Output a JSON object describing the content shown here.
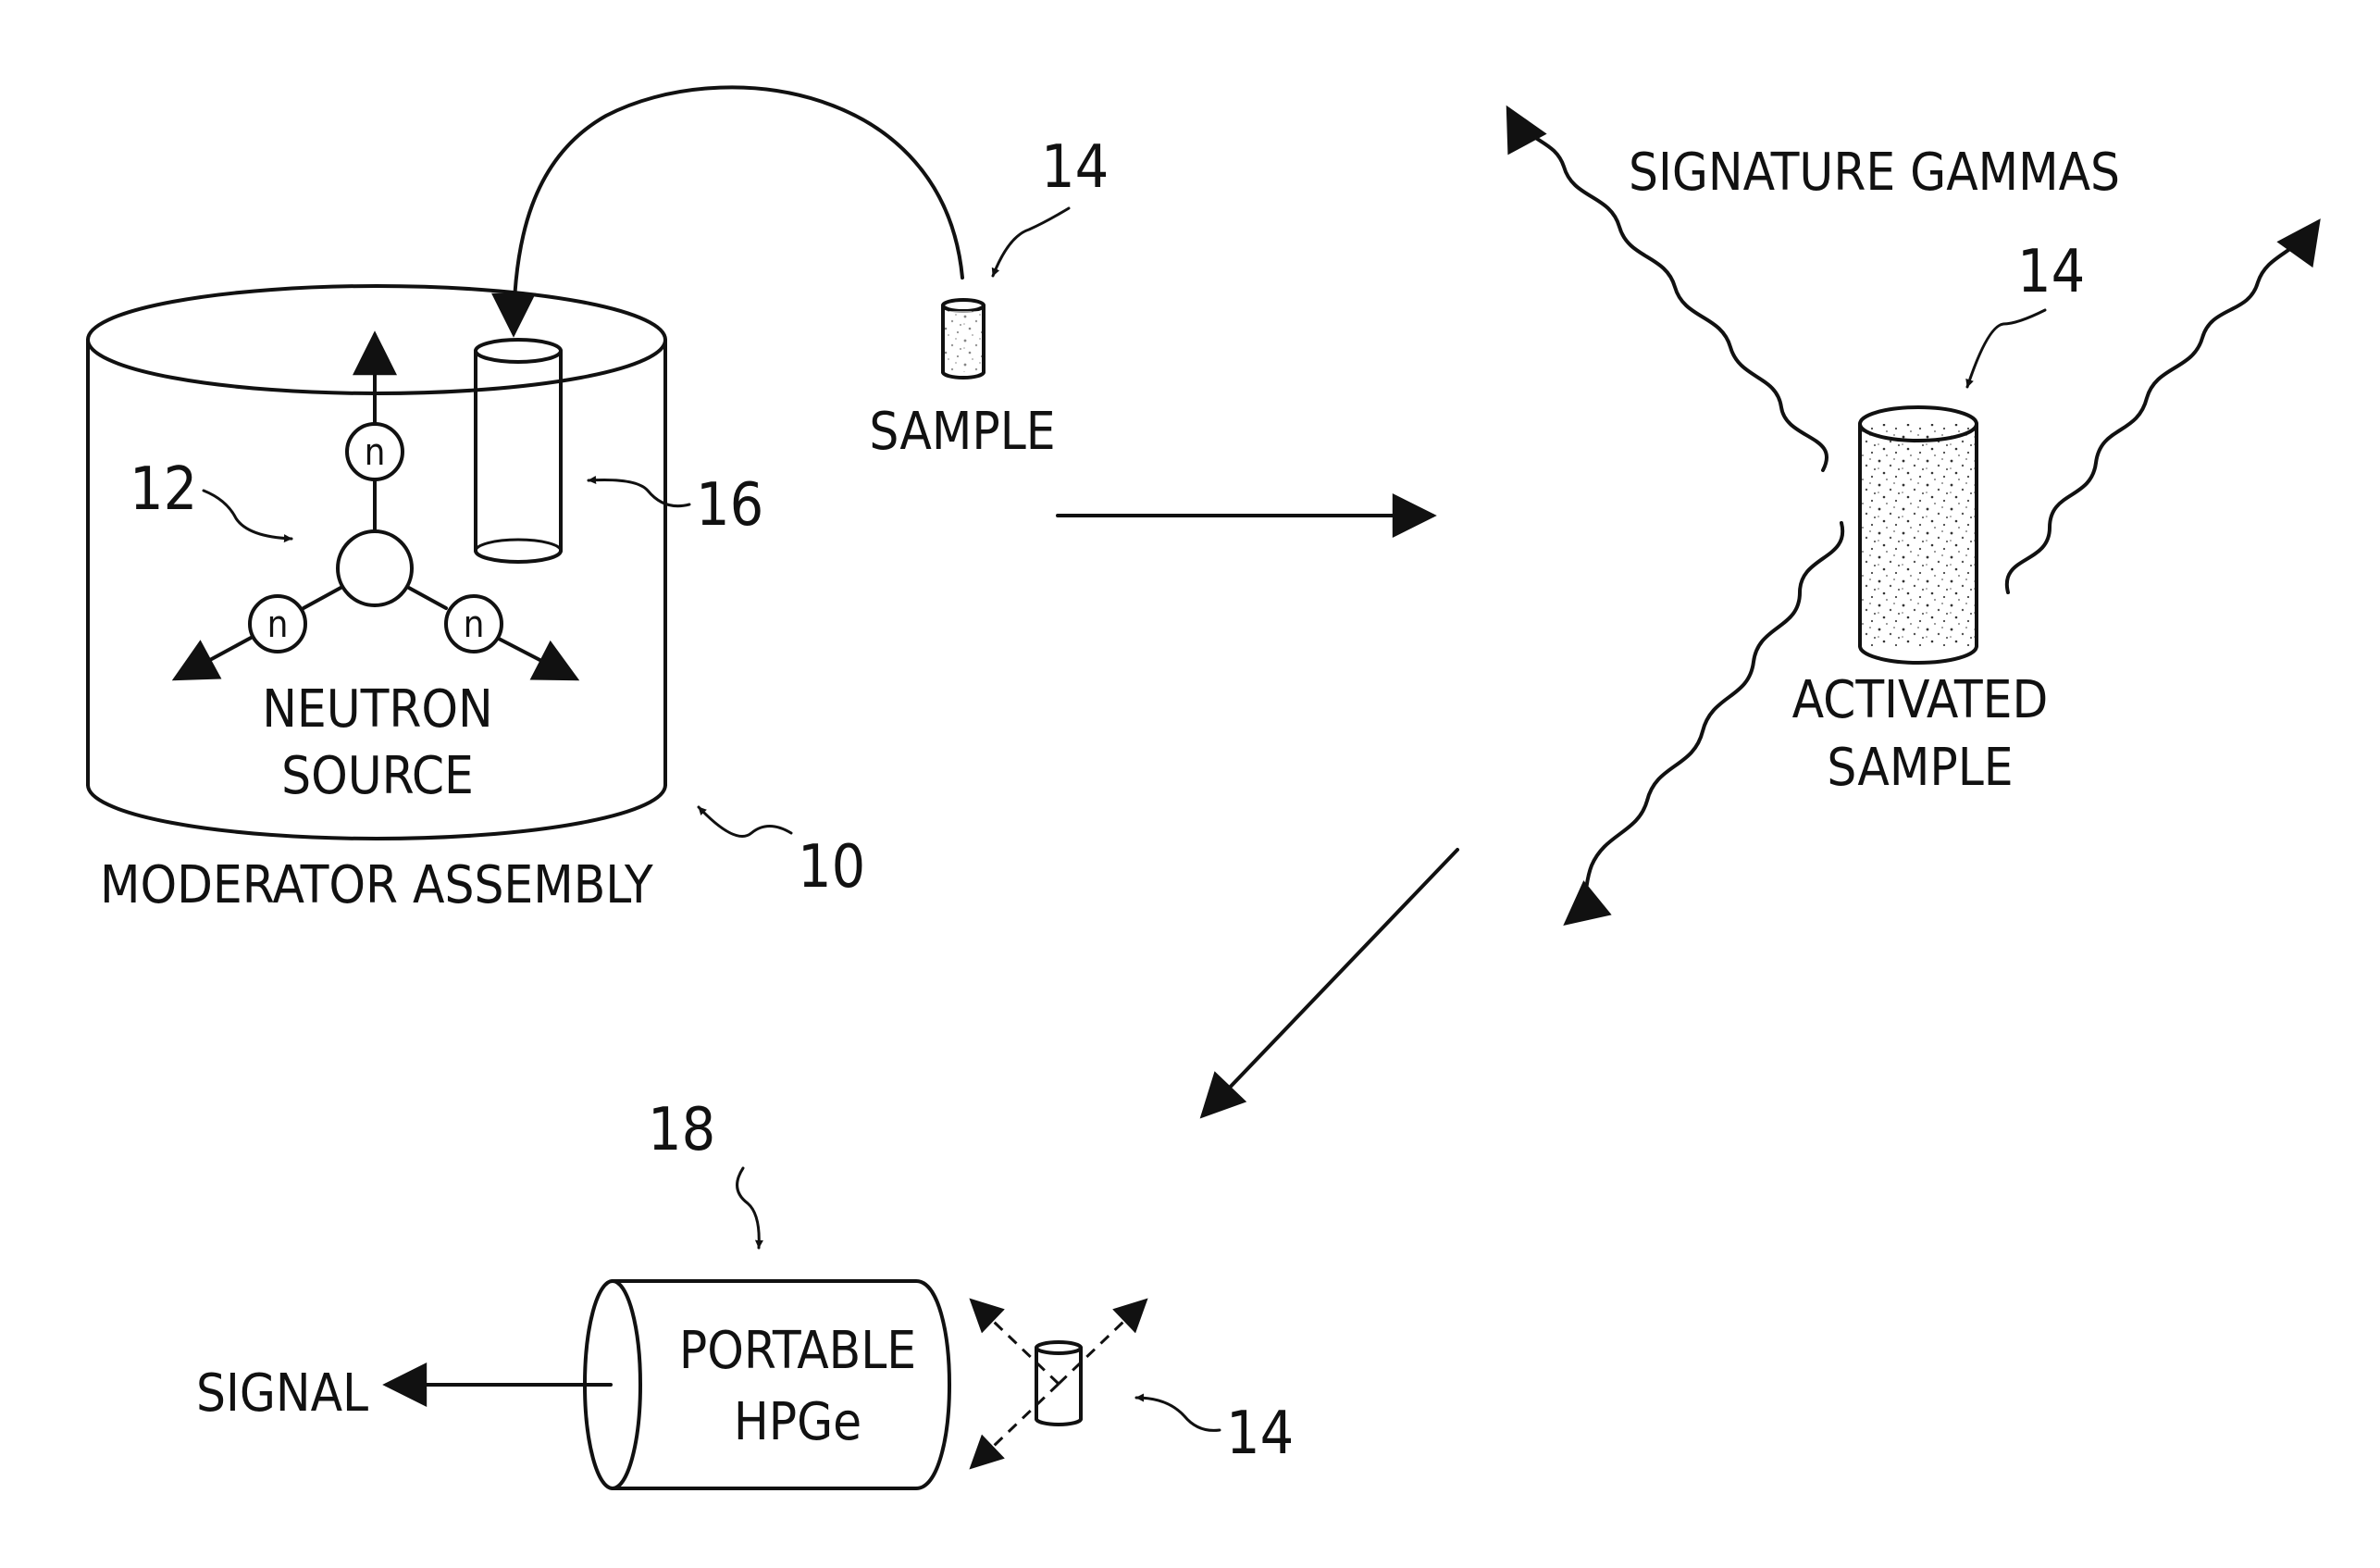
{
  "labels": {
    "signature_gammas": "SIGNATURE GAMMAS",
    "sample": "SAMPLE",
    "activated_line1": "ACTIVATED",
    "activated_line2": "SAMPLE",
    "neutron_line1": "NEUTRON",
    "neutron_line2": "SOURCE",
    "moderator_assembly": "MODERATOR ASSEMBLY",
    "portable_line1": "PORTABLE",
    "portable_line2": "HPGe",
    "signal": "SIGNAL",
    "neutron_symbol": "n"
  },
  "refs": {
    "sample": "14",
    "activated_sample": "14",
    "detector_sample": "14",
    "neutron_source": "12",
    "moderator": "10",
    "sample_holder": "16",
    "detector": "18"
  }
}
